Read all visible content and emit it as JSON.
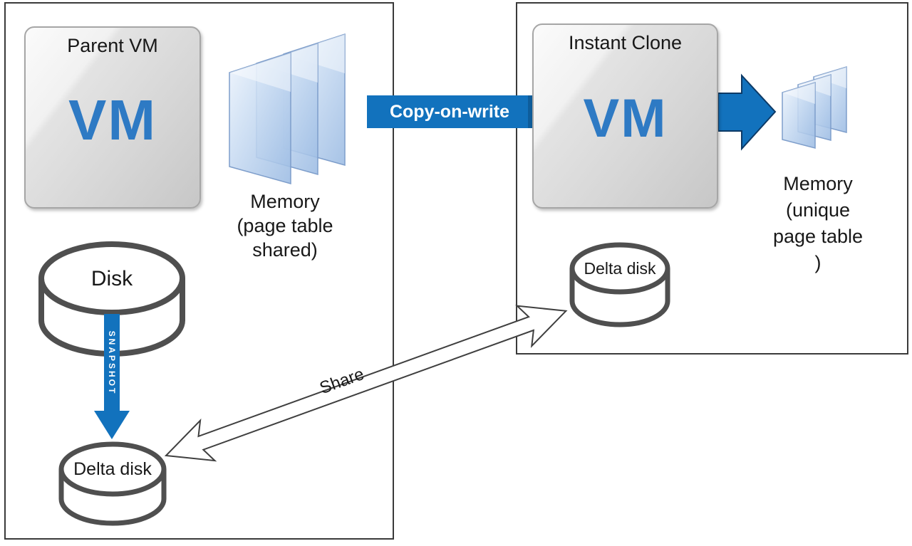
{
  "left_panel": {
    "vm_title": "Parent VM",
    "vm_letters": "VM",
    "memory_caption_lines": [
      "Memory",
      "(page table",
      "shared)"
    ],
    "disk_label": "Disk",
    "snapshot_label": "SNAPSHOT",
    "delta_disk_label": "Delta disk"
  },
  "right_panel": {
    "vm_title": "Instant Clone",
    "vm_letters": "VM",
    "memory_caption_lines": [
      "Memory (unique",
      "page table )"
    ],
    "delta_disk_label": "Delta disk"
  },
  "connectors": {
    "copy_on_write": "Copy-on-write",
    "share": "Share"
  },
  "colors": {
    "accent_blue": "#1272bd",
    "vm_letter_blue": "#2e7ac4",
    "cylinder_stroke": "#4f4f4f",
    "container_border": "#3a3a3a"
  }
}
